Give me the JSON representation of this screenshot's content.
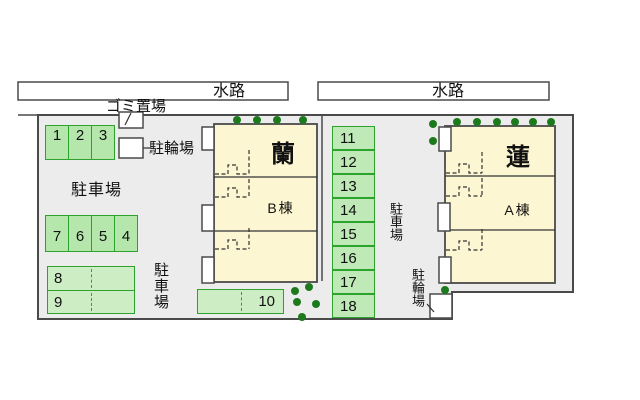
{
  "plan_type": "site-plan",
  "waterways": [
    {
      "label": "水路"
    },
    {
      "label": "水路"
    }
  ],
  "site_labels": {
    "garbage": "ゴミ置場",
    "bicycle_top": "駐輪場",
    "bicycle_bottom": "駐輪場",
    "parking_left": "駐車場",
    "parking_mid": "駐車場",
    "parking_right": "駐車場"
  },
  "buildings": [
    {
      "name": "蘭",
      "block": "B棟"
    },
    {
      "name": "蓮",
      "block": "A棟"
    }
  ],
  "parking": {
    "row_top": [
      "1",
      "2",
      "3"
    ],
    "row_mid": [
      "7",
      "6",
      "5",
      "4"
    ],
    "wide_left": [
      "8",
      "9"
    ],
    "wide_mid": "10",
    "column_right": [
      "11",
      "12",
      "13",
      "14",
      "15",
      "16",
      "17",
      "18"
    ]
  },
  "colors": {
    "site_fill": "#ececec",
    "outline": "#4a4a4a",
    "slot_border": "#2da32d",
    "slot_fill": "#b5e7ad",
    "slot_fill_light": "#cdeec5",
    "building_fill": "#fdf6d2",
    "tree_dot": "#1c7a1c"
  }
}
